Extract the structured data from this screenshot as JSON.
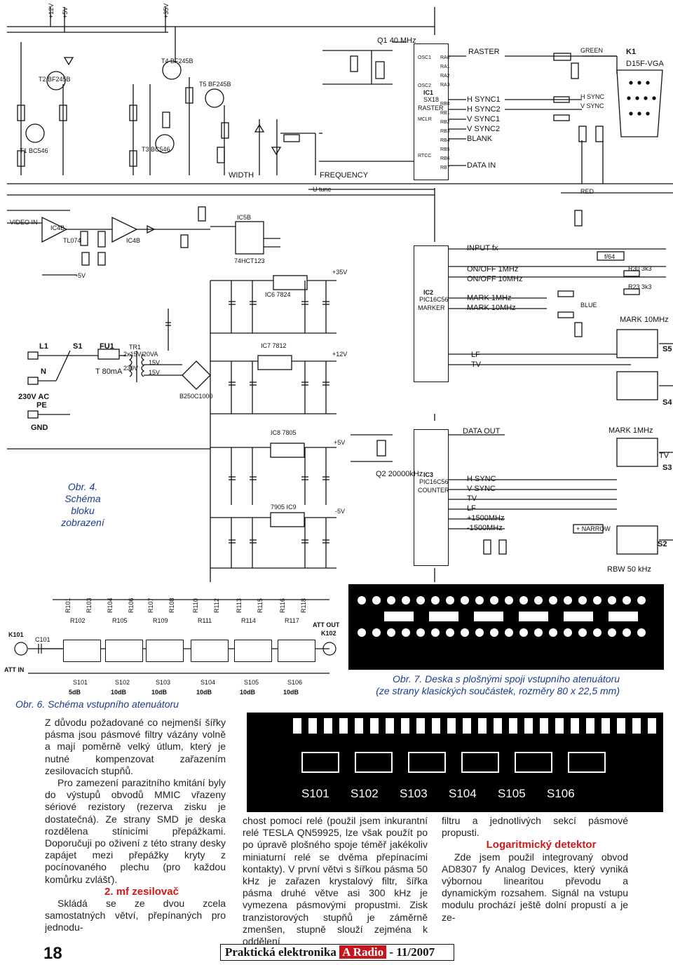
{
  "figure_captions": {
    "fig4": "Obr. 4.\nSchéma\nbloku\nzobrazení",
    "fig6": "Obr. 6. Schéma vstupního atenuátoru",
    "fig7": "Obr. 7. Deska s plošnými spoji vstupního atenuátoru\n(ze strany klasických součástek, rozměry 80 x 22,5 mm)"
  },
  "schematic_labels": {
    "rails": [
      "+12V",
      "+5V",
      "+35V",
      "+35V",
      "+12V",
      "+5V",
      "-5V",
      "-5V"
    ],
    "transistors": [
      "T1 BC546",
      "T2 BF245B",
      "T3 BC546",
      "T4 BF245B",
      "T5 BF245B"
    ],
    "controls": [
      "WIDTH",
      "FREQUENCY",
      "U tune"
    ],
    "crystals": [
      "Q1 40 MHz",
      "Q2 20000kHz"
    ],
    "ic1": {
      "name": "IC1",
      "type": "SX18",
      "function": "RASTER",
      "left_pins": [
        "OSC1",
        "OSC2",
        "MCLR",
        "RTCC"
      ],
      "right_pins": [
        "RA0",
        "RA1",
        "RA2",
        "RA3",
        "RB0",
        "RB1",
        "RB2",
        "RB3",
        "RB4",
        "RB5",
        "RB6",
        "RB7"
      ]
    },
    "ic2": {
      "name": "IC2",
      "type": "PIC16C56",
      "function": "MARKER"
    },
    "ic3": {
      "name": "IC3",
      "type": "PIC16C56",
      "function": "COUNTER"
    },
    "ic1_outputs": [
      "RASTER",
      "H SYNC1",
      "H SYNC2",
      "V SYNC1",
      "V SYNC2",
      "BLANK",
      "DATA IN"
    ],
    "ic2_outputs": [
      "INPUT fx",
      "ON/OFF 1MHz",
      "ON/OFF 10MHz",
      "MARK 1MHz",
      "MARK 10MHz",
      "LF",
      "TV"
    ],
    "ic3_outputs": [
      "DATA OUT",
      "H SYNC",
      "V SYNC",
      "TV",
      "LF",
      "+1500MHz",
      "-1500MHz"
    ],
    "vga": {
      "connector": "K1",
      "type": "D15F-VGA",
      "signals": [
        "GREEN",
        "H SYNC",
        "V SYNC",
        "RED",
        "BLUE"
      ]
    },
    "switches": [
      "S5",
      "S4",
      "S3",
      "S2",
      "S1"
    ],
    "switch_labels": [
      "MARK 10MHz",
      "MARK 1MHz",
      "TV",
      "RBW 50 kHz",
      "+ NARROW"
    ],
    "power": [
      "L1",
      "N",
      "230V AC",
      "PE",
      "GND",
      "FU1",
      "T 80mA",
      "TR1",
      "2x15V/20VA",
      "230V",
      "15V",
      "15V",
      "B250C1000"
    ],
    "regulators": [
      "IC6 7824",
      "IC7 7812",
      "IC8 7805",
      "7905 IC9",
      "IC5B",
      "74HCT123",
      "IC4C",
      "IC4B",
      "TL074"
    ],
    "video_in": "VIDEO IN",
    "misc": [
      "f/64",
      "R30 3k3",
      "R23 3k3"
    ]
  },
  "attenuator": {
    "connectors": [
      "K101",
      "ATT IN",
      "ATT OUT",
      "K102"
    ],
    "resistors_top": [
      "R101",
      "R103",
      "R104",
      "R106",
      "R107",
      "R108",
      "R110",
      "R112",
      "R113",
      "R115",
      "R116",
      "R118"
    ],
    "resistors_mid": [
      "R102",
      "R105",
      "R109",
      "R111",
      "R114",
      "R117"
    ],
    "switches": [
      "S101",
      "S102",
      "S103",
      "S104",
      "S105",
      "S106"
    ],
    "steps": [
      "5dB",
      "10dB",
      "10dB",
      "10dB",
      "10dB",
      "10dB"
    ],
    "capacitor": "C101"
  },
  "pcb_labels": [
    "S101",
    "S102",
    "S103",
    "S104",
    "S105",
    "S106"
  ],
  "text": {
    "col1_para1": "Z důvodu požadované co nejmenší šířky pásma jsou pásmové filtry vázány volně a mají poměrně velký útlum, který je nutné kompenzovat zařazením zesilovacích stupňů.",
    "col1_para2": "Pro zamezení parazitního kmitání byly do výstupů obvodů MMIC vřazeny sériové rezistory (rezerva zisku je dostatečná). Ze strany SMD je deska rozdělena stínicími přepážkami. Doporučuji po oživení z této strany desky zapájet mezi přepážky kryty z pocínovaného plechu (pro každou komůrku zvlášť).",
    "heading_col1": "2. mf zesilovač",
    "col1_para3": "Skládá se ze dvou zcela samostatných větví, přepínaných pro jednodu-",
    "col2_para1": "chost pomocí relé (použil jsem inkurantní relé TESLA QN59925, lze však použít po po úpravě plošného spoje téměř jakékoliv miniaturní relé se dvěma přepínacími kontakty). V první větvi s šířkou pásma 50 kHz je zařazen krystalový filtr, šířka pásma druhé větve asi 300 kHz je vymezena pásmovými propustmi. Zisk tranzistorových stupňů je záměrně zmenšen, stupně slouží zejména k oddělení",
    "col3_para1": "filtru a jednotlivých sekcí pásmové propusti.",
    "heading_col3": "Logaritmický detektor",
    "col3_para2": "Zde jsem použil integrovaný obvod AD8307 fy Analog Devices, který vyniká výbornou linearitou převodu a dynamickým rozsahem. Signál na vstupu modulu prochází ještě dolní propustí a je ze-"
  },
  "footer": {
    "page_number": "18",
    "magazine": "Praktická elektronika",
    "radio": "A Radio",
    "issue": "- 11/2007"
  }
}
